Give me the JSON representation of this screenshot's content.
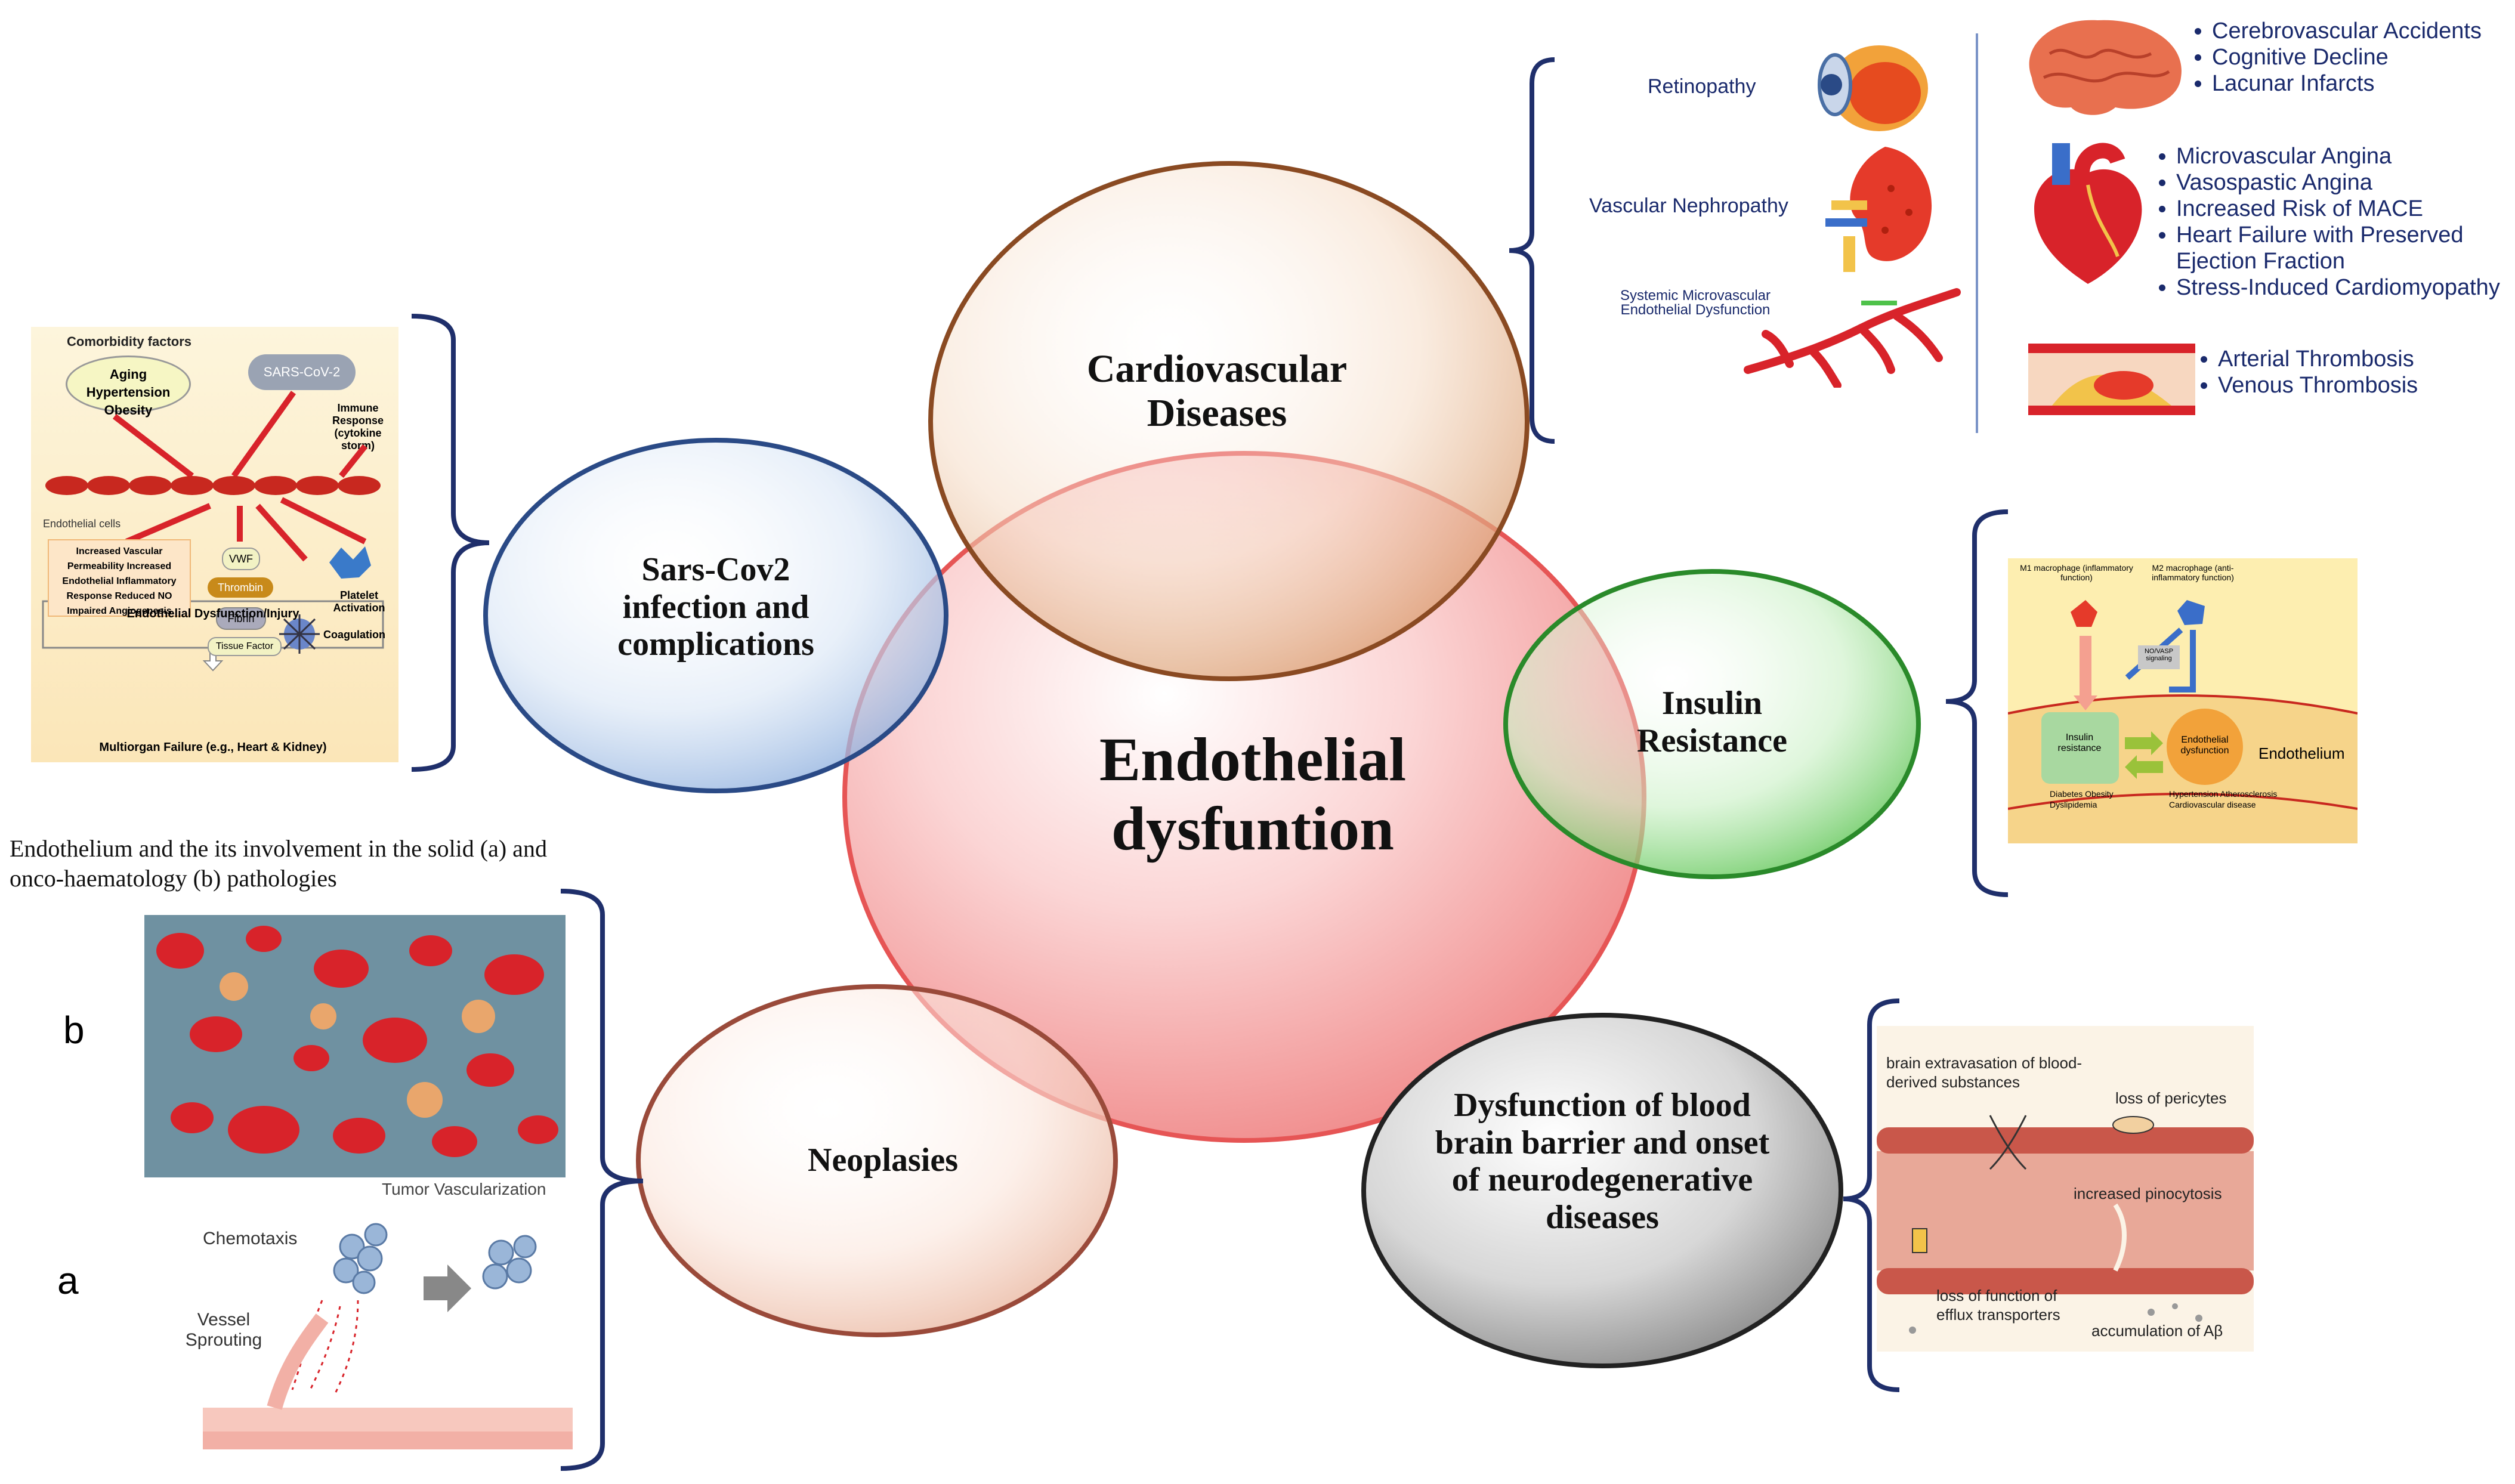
{
  "center": {
    "label": "Endothelial dysfuntion"
  },
  "circles": {
    "cardio": "Cardiovascular Diseases",
    "sars": "Sars-Cov2 infection and complications",
    "insulin": "Insulin Resistance",
    "neoplasies": "Neoplasies",
    "bbb": "Dysfunction of blood brain barrier and onset of neurodegenerative diseases"
  },
  "cardio_panel": {
    "retinopathy": "Retinopathy",
    "nephropathy": "Vascular Nephropathy",
    "systemic": "Systemic Microvascular Endothelial Dysfunction",
    "brain_items": [
      "Cerebrovascular Accidents",
      "Cognitive Decline",
      "Lacunar Infarcts"
    ],
    "heart_items": [
      "Microvascular Angina",
      "Vasospastic Angina",
      "Increased Risk of MACE",
      "Heart Failure with Preserved Ejection Fraction",
      "Stress-Induced Cardiomyopathy"
    ],
    "thrombo_items": [
      "Arterial Thrombosis",
      "Venous Thrombosis"
    ]
  },
  "sars_panel": {
    "comorbidity_title": "Comorbidity factors",
    "comorbidity_items": "Aging Hypertension Obesity",
    "virus": "SARS-CoV-2",
    "immune": "Immune Response (cytokine storm)",
    "endothelial_cells": "Endothelial cells",
    "effects": "Increased Vascular Permeability Increased Endothelial Inflammatory Response Reduced NO Impaired Angiogenesis",
    "vwf": "VWF",
    "thrombin": "Thrombin",
    "fibrin": "Fibrin",
    "tissue_factor": "Tissue Factor",
    "platelet": "Platelet Activation",
    "coagulation": "Coagulation",
    "injury": "Endothelial Dysfunction/Injury",
    "multiorgan": "Multiorgan Failure (e.g., Heart & Kidney)"
  },
  "insulin_panel": {
    "m1": "M1 macrophage (inflammatory function)",
    "m2": "M2 macrophage (anti-inflammatory function)",
    "signaling": "NO/VASP signaling",
    "insulin_res": "Insulin resistance",
    "endo_dys": "Endothelial dysfunction",
    "endothelium": "Endothelium",
    "left_list": "Diabetes Obesity Dyslipidemia",
    "right_list": "Hypertension Atherosclerosis Cardiovascular disease"
  },
  "neo_panel": {
    "caption": "Endothelium and the its involvement in the solid (a) and onco-haematology (b) pathologies",
    "label_b": "b",
    "label_a": "a",
    "tumor_vasc": "Tumor Vascularization",
    "chemotaxis": "Chemotaxis",
    "vessel_sprouting": "Vessel Sprouting"
  },
  "bbb_panel": {
    "brain_extra": "brain extravasation of blood-derived substances",
    "pericytes": "loss of pericytes",
    "pinocytosis": "increased pinocytosis",
    "efflux": "loss of function of efflux transporters",
    "abeta": "accumulation of Aβ"
  },
  "colors": {
    "center_fill": "#f6b8b8",
    "cardio_stroke": "#8a4a22",
    "sars_stroke": "#2a4a86",
    "insulin_stroke": "#2a8a2a",
    "neo_stroke": "#9a4a3a",
    "bbb_stroke": "#222222",
    "bracket": "#1f2f6b"
  }
}
